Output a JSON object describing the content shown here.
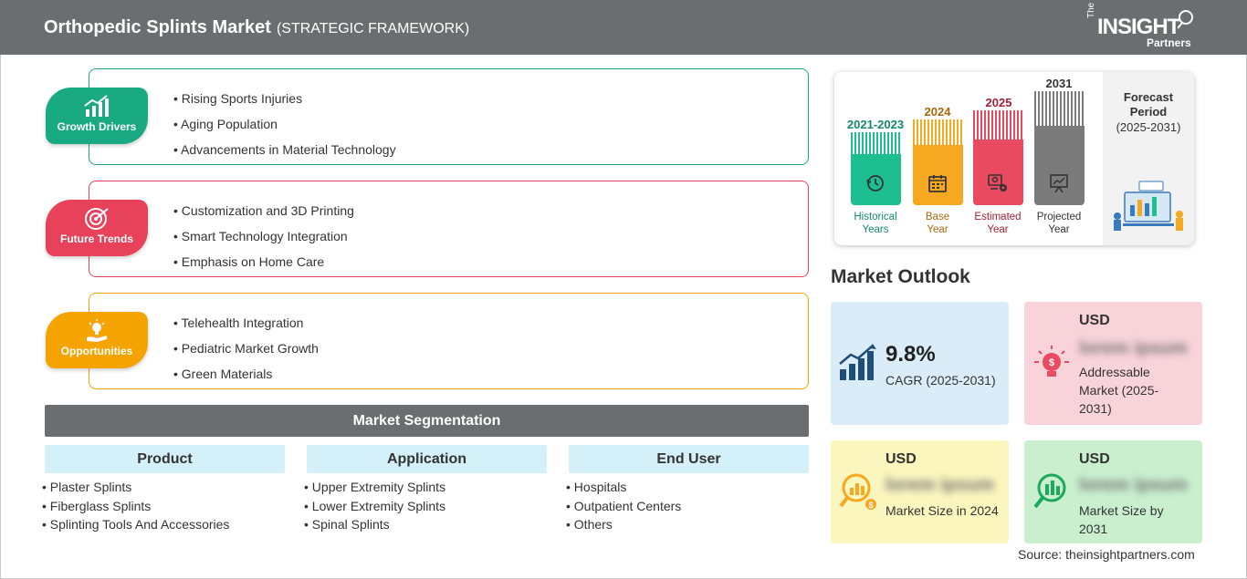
{
  "header": {
    "title": "Orthopedic Splints Market",
    "subtitle": "(STRATEGIC FRAMEWORK)",
    "logo": {
      "the": "The",
      "insight": "INSIGHT",
      "partners": "Partners"
    }
  },
  "drivers": [
    {
      "label": "Growth Drivers",
      "icon": "bar-chart-up-icon",
      "color": "#1aaa82",
      "items": [
        "Rising Sports Injuries",
        "Aging Population",
        "Advancements in Material Technology"
      ]
    },
    {
      "label": "Future Trends",
      "icon": "target-icon",
      "color": "#e8425a",
      "items": [
        "Customization and 3D Printing",
        "Smart Technology Integration",
        "Emphasis on Home Care"
      ]
    },
    {
      "label": "Opportunities",
      "icon": "lightbulb-hand-icon",
      "color": "#f4a300",
      "items": [
        "Telehealth Integration",
        "Pediatric Market Growth",
        "Green Materials"
      ]
    }
  ],
  "segmentation": {
    "title": "Market Segmentation",
    "columns": [
      {
        "heading": "Product",
        "items": [
          "Plaster Splints",
          "Fiberglass Splints",
          "Splinting Tools And Accessories"
        ]
      },
      {
        "heading": "Application",
        "items": [
          "Upper Extremity Splints",
          "Lower Extremity Splints",
          "Spinal Splints"
        ]
      },
      {
        "heading": "End User",
        "items": [
          "Hospitals",
          "Outpatient Centers",
          "Others"
        ]
      }
    ]
  },
  "timeline": {
    "bars": [
      {
        "year": "2021-2023",
        "caption_1": "Historical",
        "caption_2": "Years",
        "color": "#1dbf91",
        "year_color": "#138a6a",
        "icon": "clock-history-icon"
      },
      {
        "year": "2024",
        "caption_1": "Base",
        "caption_2": "Year",
        "color": "#f6a821",
        "year_color": "#a5680a",
        "icon": "calendar-icon"
      },
      {
        "year": "2025",
        "caption_1": "Estimated",
        "caption_2": "Year",
        "color": "#ea4a5f",
        "year_color": "#a51f33",
        "icon": "gears-icon"
      },
      {
        "year": "2031",
        "caption_1": "Projected",
        "caption_2": "Year",
        "color": "#7b7b7b",
        "year_color": "#333333",
        "icon": "presentation-chart-icon"
      }
    ],
    "forecast_label": "Forecast Period",
    "forecast_years": "(2025-2031)"
  },
  "outlook": {
    "title": "Market Outlook",
    "cagr": {
      "value": "9.8%",
      "label": "CAGR (2025-2031)",
      "color": "#d9ecf7"
    },
    "addressable": {
      "usd": "USD",
      "value": "lorem ipsum",
      "label": "Addressable Market (2025-2031)",
      "color": "#f8d3da"
    },
    "size_2024": {
      "usd": "USD",
      "value": "lorem ipsum",
      "label": "Market Size in 2024",
      "color": "#fbf5be"
    },
    "size_2031": {
      "usd": "USD",
      "value": "lorem ipsum",
      "label": "Market Size by 2031",
      "color": "#c9efcf"
    }
  },
  "source": "Source: theinsightpartners.com"
}
